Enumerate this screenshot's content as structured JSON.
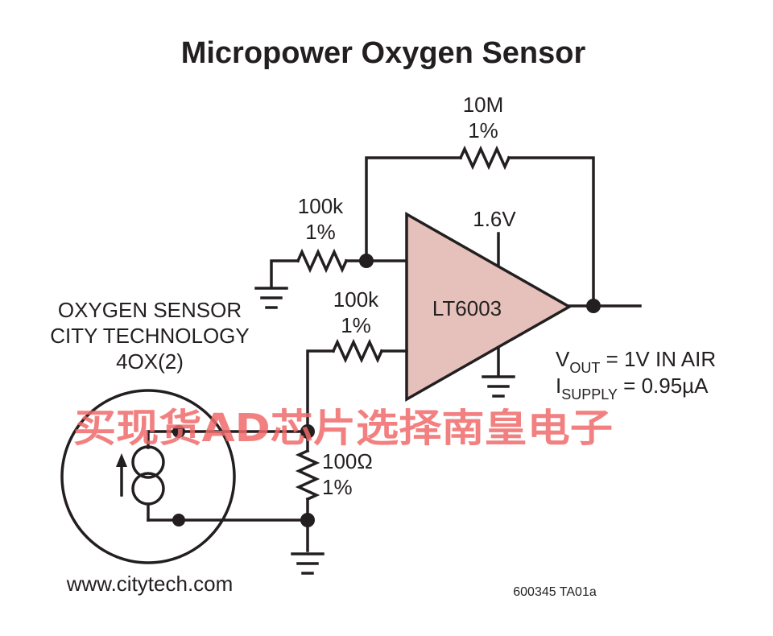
{
  "diagram": {
    "title": "Micropower Oxygen Sensor",
    "feedback_resistor": {
      "value": "10M",
      "tolerance": "1%"
    },
    "input_resistor_inv": {
      "value": "100k",
      "tolerance": "1%"
    },
    "input_resistor_noninv": {
      "value": "100k",
      "tolerance": "1%"
    },
    "shunt_resistor": {
      "value": "100Ω",
      "tolerance": "1%"
    },
    "opamp_label": "LT6003",
    "supply_label": "1.6V",
    "sensor": {
      "line1": "OXYGEN SENSOR",
      "line2": "CITY TECHNOLOGY",
      "line3": "4OX(2)"
    },
    "vout": {
      "prefix": "V",
      "subscript": "OUT",
      "rest": " = 1V IN AIR"
    },
    "isupply": {
      "prefix": "I",
      "subscript": "SUPPLY",
      "rest": " = 0.95µA"
    },
    "website": "www.citytech.com",
    "figure_code": "600345 TA01a",
    "watermark": "买现货AD芯片选择南皇电子",
    "colors": {
      "opamp_fill": "#e6c1bb",
      "ink": "#231f20",
      "watermark": "#f06a6a"
    }
  }
}
